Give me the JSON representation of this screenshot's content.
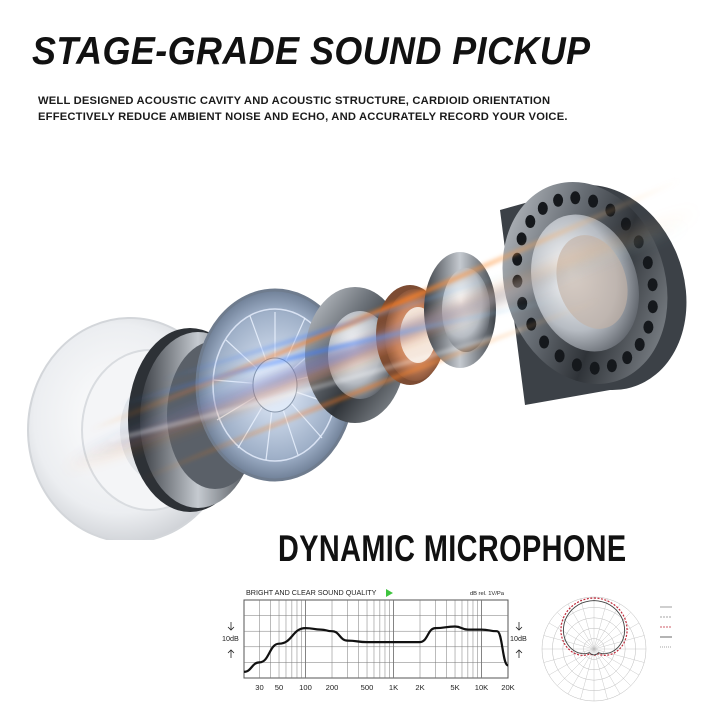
{
  "headline": "STAGE-GRADE SOUND PICKUP",
  "description": {
    "line1": "WELL DESIGNED ACOUSTIC CAVITY AND ACOUSTIC STRUCTURE, CARDIOID ORIENTATION",
    "line2": "EFFECTIVELY REDUCE AMBIENT NOISE AND ECHO, AND ACCURATELY RECORD YOUR VOICE."
  },
  "section_title": "DYNAMIC MICROPHONE",
  "frequency_chart": {
    "title": "BRIGHT AND CLEAR SOUND QUALITY",
    "unit": "dB rel. 1V/Pa",
    "left_db": "10dB",
    "right_db": "10dB",
    "ticks": [
      "30",
      "50",
      "100",
      "200",
      "500",
      "1K",
      "2K",
      "5K",
      "10K",
      "20K"
    ],
    "colors": {
      "arrow": "#3ec43e",
      "curve": "#111111",
      "grid": "#777777"
    }
  },
  "chart_data": {
    "type": "line",
    "x": [
      20,
      30,
      50,
      100,
      150,
      200,
      300,
      500,
      1000,
      2000,
      3000,
      5000,
      7000,
      10000,
      15000,
      20000
    ],
    "series": [
      {
        "values": [
          -2.2,
          -1.6,
          -0.4,
          0.6,
          0.5,
          0.4,
          -0.2,
          -0.3,
          -0.3,
          -0.3,
          0.6,
          0.7,
          0.5,
          0.5,
          0.4,
          -1.8
        ]
      }
    ],
    "xscale": "log",
    "xlim": [
      20,
      20000
    ],
    "ylim": [
      -2.6,
      2.4
    ],
    "grid": true
  },
  "polar_pattern": {
    "pattern": "cardioid",
    "colors": {
      "primary": "#c02a3a",
      "secondary": "#444444",
      "grid": "#bbbbbb"
    }
  },
  "illustration": {
    "subject": "exploded dynamic microphone capsule",
    "colors": {
      "metal": "#5a6068",
      "copper": "#c9825b",
      "streak_blue": "#3a7bff",
      "streak_orange": "#ff7a1a"
    }
  }
}
